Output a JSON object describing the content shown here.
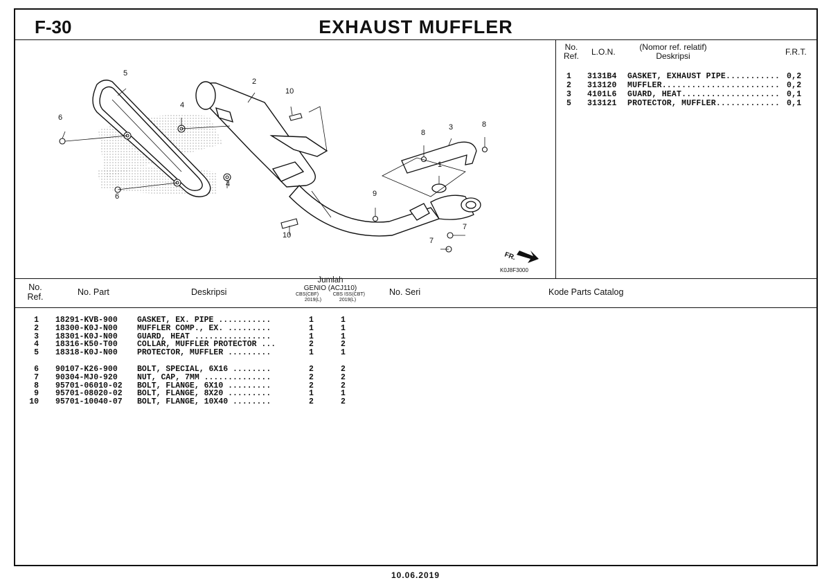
{
  "header": {
    "code": "F-30",
    "title": "EXHAUST MUFFLER"
  },
  "right_table": {
    "headers": {
      "no": "No.",
      "ref": "Ref.",
      "lon": "L.O.N.",
      "desc_top": "(Nomor ref. relatif)",
      "desc_bottom": "Deskripsi",
      "frt": "F.R.T."
    },
    "rows": [
      {
        "ref": "1",
        "lon": "3131B4",
        "desc": "GASKET, EXHAUST PIPE...........",
        "frt": "0,2"
      },
      {
        "ref": "2",
        "lon": "313120",
        "desc": "MUFFLER........................",
        "frt": "0,2"
      },
      {
        "ref": "3",
        "lon": "4101L6",
        "desc": "GUARD, HEAT....................",
        "frt": "0,1"
      },
      {
        "ref": "5",
        "lon": "313121",
        "desc": "PROTECTOR, MUFFLER.............",
        "frt": "0,1"
      }
    ]
  },
  "diagram": {
    "code": "K0J8F3000",
    "fr_label": "FR.",
    "callouts": [
      "5",
      "2",
      "10",
      "6",
      "4",
      "8",
      "3",
      "8",
      "1",
      "9",
      "4",
      "6",
      "10",
      "7",
      "7"
    ]
  },
  "parts_table": {
    "headers": {
      "no": "No.",
      "ref": "Ref.",
      "part": "No. Part",
      "desc": "Deskripsi",
      "jumlah": "Jumlah",
      "model": "GENIO (ACJ110)",
      "col1_top": "CBS(CBF)",
      "col1_bottom": "2019(L)",
      "col2_top": "CBS ISS(CBT)",
      "col2_bottom": "2019(L)",
      "seri": "No. Seri",
      "kode": "Kode Parts Catalog"
    },
    "rows": [
      {
        "no": "1",
        "part": "18291-KVB-900",
        "desc": "GASKET, EX. PIPE ...........",
        "q1": "1",
        "q2": "1"
      },
      {
        "no": "2",
        "part": "18300-K0J-N00",
        "desc": "MUFFLER COMP., EX. .........",
        "q1": "1",
        "q2": "1"
      },
      {
        "no": "3",
        "part": "18301-K0J-N00",
        "desc": "GUARD, HEAT ................",
        "q1": "1",
        "q2": "1"
      },
      {
        "no": "4",
        "part": "18316-K50-T00",
        "desc": "COLLAR, MUFFLER PROTECTOR ...",
        "q1": "2",
        "q2": "2"
      },
      {
        "no": "5",
        "part": "18318-K0J-N00",
        "desc": "PROTECTOR, MUFFLER .........",
        "q1": "1",
        "q2": "1"
      },
      {
        "no": "6",
        "part": "90107-K26-900",
        "desc": "BOLT, SPECIAL, 6X16 ........",
        "q1": "2",
        "q2": "2"
      },
      {
        "no": "7",
        "part": "90304-MJ0-920",
        "desc": "NUT, CAP, 7MM ..............",
        "q1": "2",
        "q2": "2"
      },
      {
        "no": "8",
        "part": "95701-06010-02",
        "desc": "BOLT, FLANGE, 6X10 .........",
        "q1": "2",
        "q2": "2"
      },
      {
        "no": "9",
        "part": "95701-08020-02",
        "desc": "BOLT, FLANGE, 8X20 .........",
        "q1": "1",
        "q2": "1"
      },
      {
        "no": "10",
        "part": "95701-10040-07",
        "desc": "BOLT, FLANGE, 10X40 ........",
        "q1": "2",
        "q2": "2"
      }
    ]
  },
  "footer": {
    "date": "10.06.2019"
  }
}
